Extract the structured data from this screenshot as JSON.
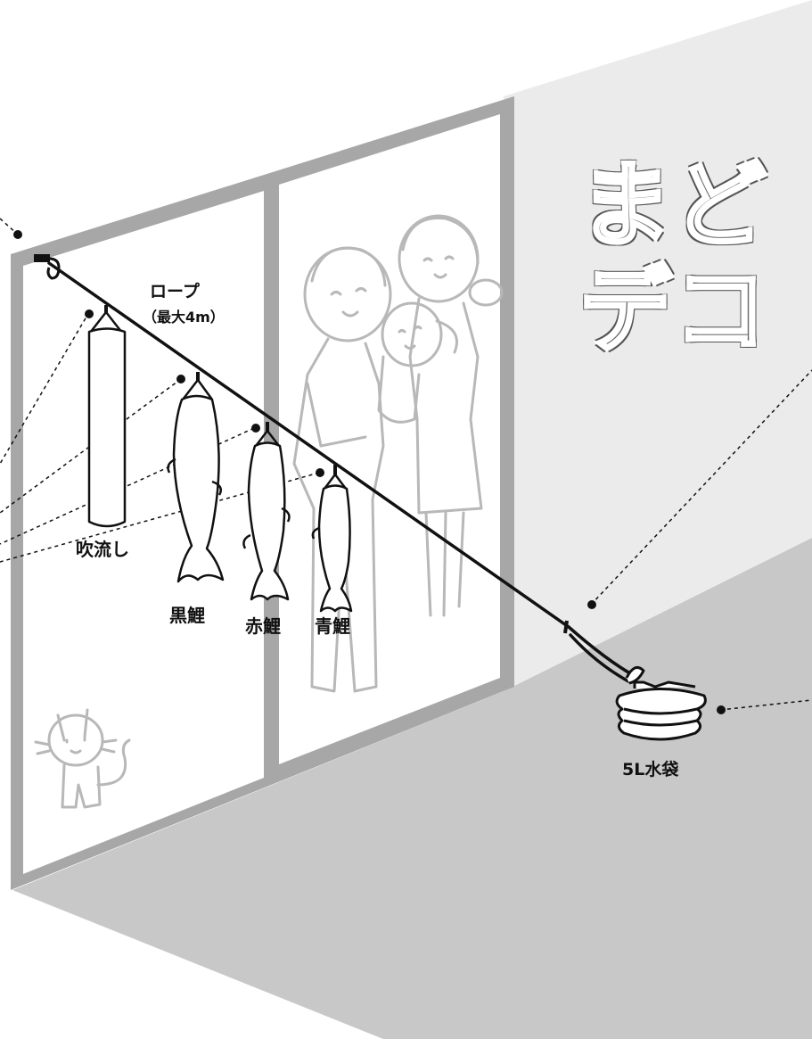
{
  "logo": {
    "line1": "まど",
    "line2": "デコ"
  },
  "labels": {
    "rope": "ロープ",
    "rope_note": "（最大4m）",
    "fukinagashi": "吹流し",
    "kurogoi": "黒鯉",
    "akagoi": "赤鯉",
    "aogoi": "青鯉",
    "water_bag": "5L水袋"
  },
  "colors": {
    "floor": "#c8c8c8",
    "wall": "#ebebeb",
    "frame": "#a7a7a7",
    "figure_line": "#b8b8b8",
    "ink": "#111111"
  }
}
